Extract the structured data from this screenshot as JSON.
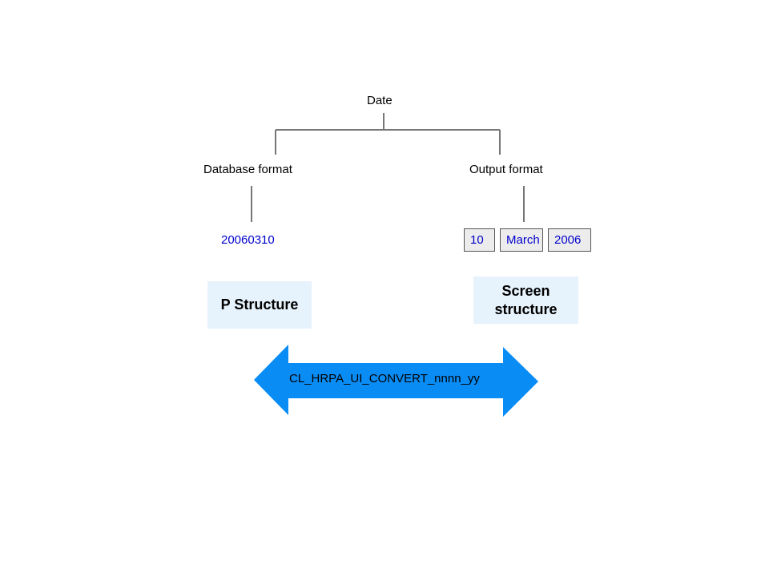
{
  "tree": {
    "root_label": "Date",
    "left": {
      "label": "Database format",
      "value": "20060310"
    },
    "right": {
      "label": "Output format",
      "fields": [
        "10",
        "March",
        "2006"
      ]
    }
  },
  "panels": {
    "left": "P Structure",
    "right": "Screen structure"
  },
  "arrow": {
    "label": "CL_HRPA_UI_CONVERT_nnnn_yy",
    "color": "#0a8cf5"
  }
}
